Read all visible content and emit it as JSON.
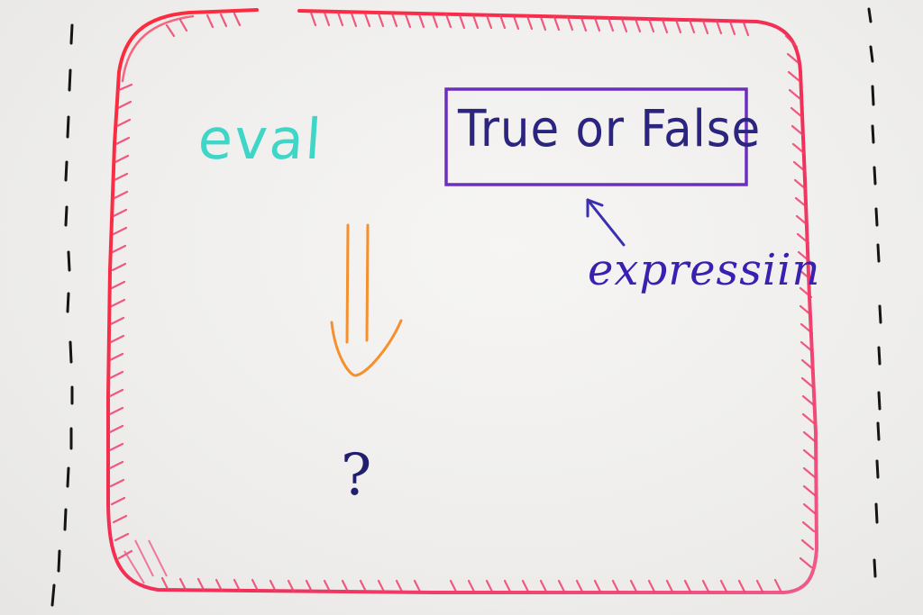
{
  "board": {
    "eval": "eval",
    "truth_box": "True or False",
    "label": "expressiin",
    "result": "?"
  },
  "colors": {
    "frame": "#f0305a",
    "eval": "#3fd6c7",
    "box": "#6b2fc0",
    "arrow_down": "#f5902f",
    "ink_blue": "#2b2580",
    "dashes": "#151515"
  }
}
